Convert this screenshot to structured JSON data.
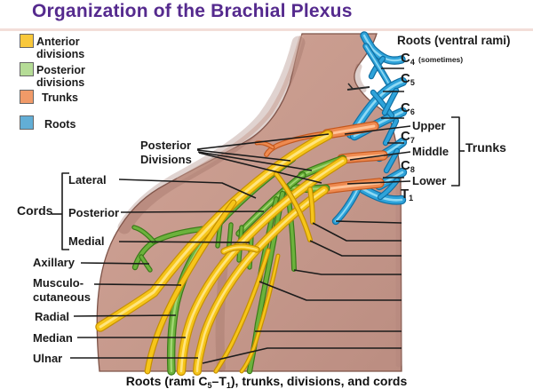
{
  "title": "Organization of the Brachial Plexus",
  "palette": {
    "title": "#552a8e",
    "text": "#1b1b1b",
    "leader_line": "#1b1b1b",
    "skin": "#c6998c",
    "skin_shadow": "#8f6055",
    "anterior_main": "#f6c51a",
    "anterior_dark": "#c58f00",
    "anterior_light": "#ffe47e",
    "posterior_main": "#6cb23c",
    "posterior_dark": "#3a7a18",
    "posterior_light": "#a2d673",
    "trunk_main": "#ee8a50",
    "trunk_dark": "#c4571c",
    "trunk_light": "#ffc397",
    "root_main": "#2ea3da",
    "root_dark": "#0f6fa3",
    "root_light": "#8ed9f4",
    "legend_anterior": "#f9c83b",
    "legend_posterior": "#b5dc96",
    "legend_trunks": "#f09a68",
    "legend_roots": "#62aed6"
  },
  "legend": {
    "items": [
      {
        "label": "Anterior divisions"
      },
      {
        "label": "Posterior divisions"
      },
      {
        "label": "Trunks"
      },
      {
        "label": "Roots"
      }
    ]
  },
  "roots_section": {
    "header": "Roots (ventral rami)",
    "items": [
      {
        "base": "C",
        "sub": "4",
        "note": "(sometimes)"
      },
      {
        "base": "C",
        "sub": "5",
        "note": ""
      },
      {
        "base": "C",
        "sub": "6",
        "note": ""
      },
      {
        "base": "C",
        "sub": "7",
        "note": ""
      },
      {
        "base": "C",
        "sub": "8",
        "note": ""
      },
      {
        "base": "T",
        "sub": "1",
        "note": ""
      }
    ]
  },
  "trunks_section": {
    "bracket_label": "Trunks",
    "items": [
      "Upper",
      "Middle",
      "Lower"
    ]
  },
  "divisions_section": {
    "label_line1": "Posterior",
    "label_line2": "Divisions"
  },
  "cords_section": {
    "bracket_label": "Cords",
    "items": [
      "Lateral",
      "Posterior",
      "Medial"
    ]
  },
  "branch_labels": {
    "axillary": "Axillary",
    "musculo_line1": "Musculo-",
    "musculo_line2": "cutaneous",
    "radial": "Radial",
    "median": "Median",
    "ulnar": "Ulnar"
  },
  "caption": {
    "parts": [
      "Roots (rami C",
      "5",
      "–T",
      "1",
      "), trunks, divisions, and cords"
    ]
  }
}
